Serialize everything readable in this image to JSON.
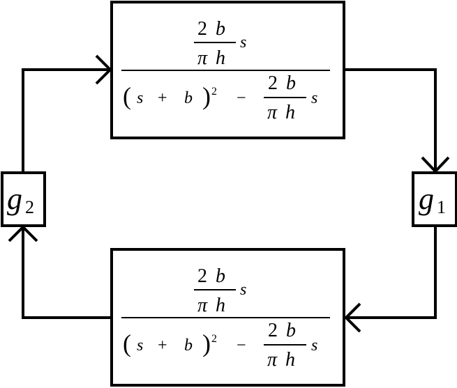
{
  "blocks": {
    "top": {
      "num": {
        "n2": "2",
        "nb": "b",
        "dpi": "π",
        "dh": "h",
        "s": "s"
      },
      "den": {
        "lparen": "(",
        "s1": "s",
        "plus": "+",
        "b1": "b",
        "rparen": ")",
        "sq": "2",
        "minus": "−",
        "n2": "2",
        "nb": "b",
        "dpi": "π",
        "dh": "h",
        "s2": "s"
      }
    },
    "bottom": {
      "num": {
        "n2": "2",
        "nb": "b",
        "dpi": "π",
        "dh": "h",
        "s": "s"
      },
      "den": {
        "lparen": "(",
        "s1": "s",
        "plus": "+",
        "b1": "b",
        "rparen": ")",
        "sq": "2",
        "minus": "−",
        "n2": "2",
        "nb": "b",
        "dpi": "π",
        "dh": "h",
        "s2": "s"
      }
    }
  },
  "gains": {
    "g1": {
      "main": "g",
      "sub": "1"
    },
    "g2": {
      "main": "g",
      "sub": "2"
    }
  }
}
